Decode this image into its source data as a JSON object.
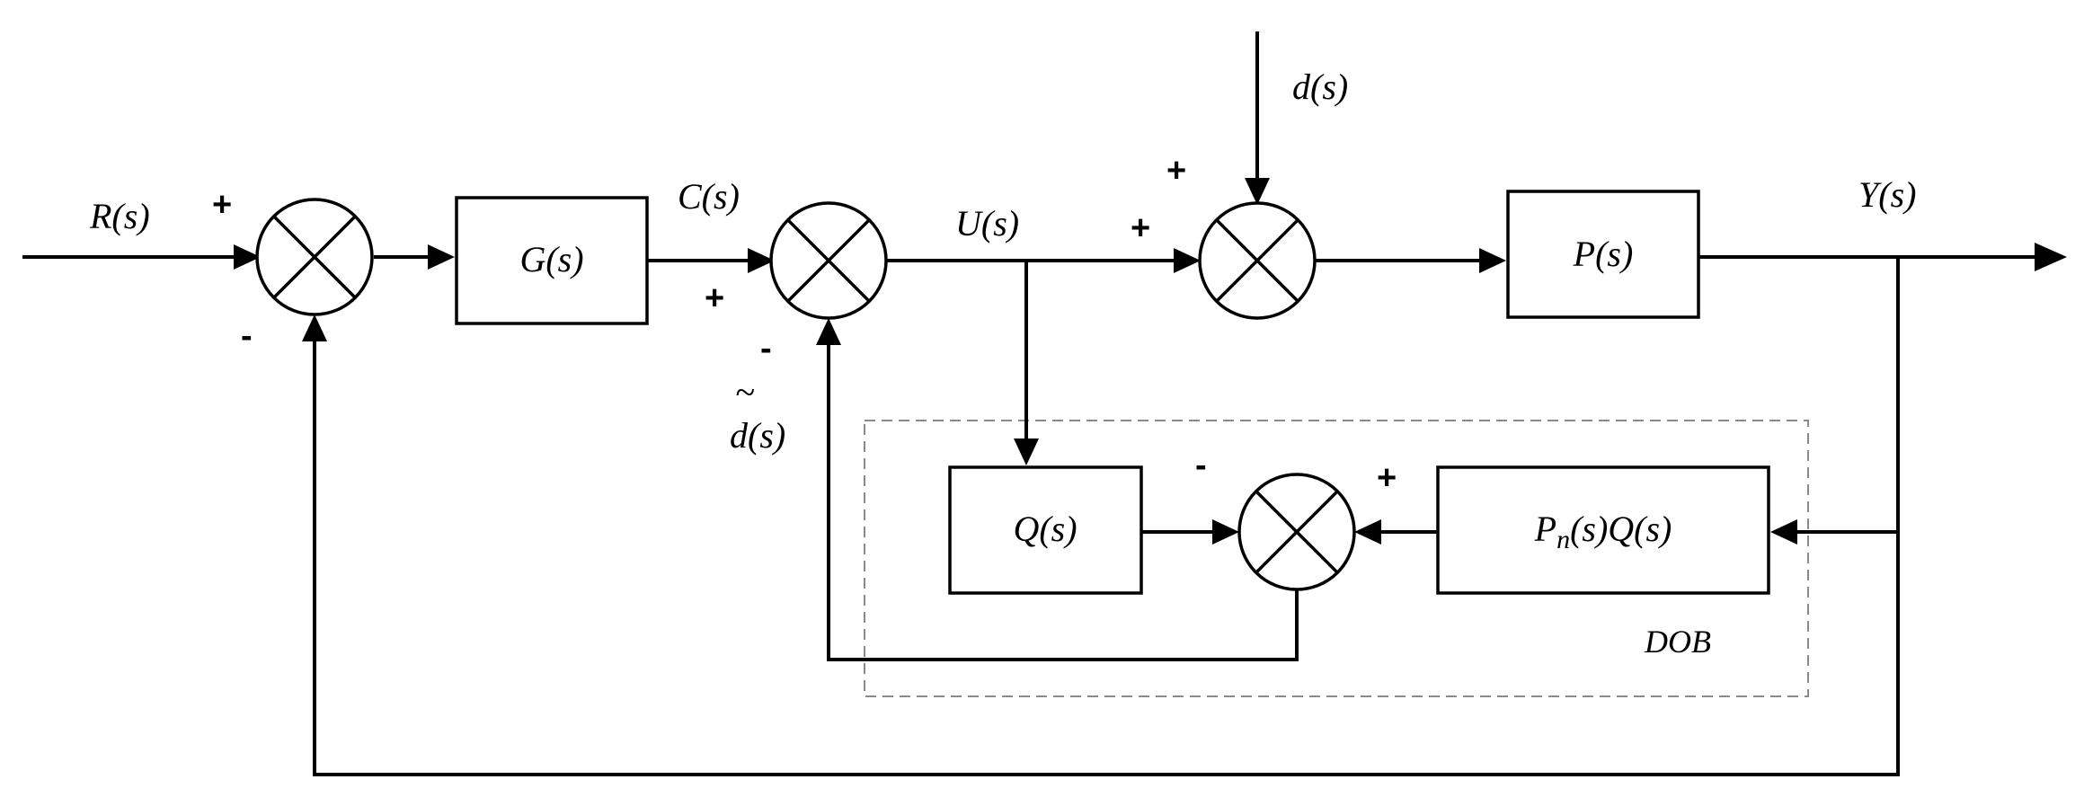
{
  "signals": {
    "R": "R(s)",
    "C": "C(s)",
    "U": "U(s)",
    "d": "d(s)",
    "Y": "Y(s)",
    "d_hat": "d(s)",
    "d_hat_accent": "~"
  },
  "blocks": {
    "G": "G(s)",
    "P": "P(s)",
    "Q": "Q(s)",
    "PnQ_prefix": "P",
    "PnQ_sub": "n",
    "PnQ_suffix": "(s)Q(s)"
  },
  "dob_label": "DOB",
  "signs": {
    "sum1_in": "+",
    "sum1_fb": "-",
    "sum2_in": "+",
    "sum2_fb": "-",
    "sum3_in": "+",
    "sum3_dist": "+",
    "sum4_q": "-",
    "sum4_pnq": "+"
  },
  "colors": {
    "line": "#000000",
    "dob_border": "#8a8a8a",
    "background": "#ffffff"
  }
}
